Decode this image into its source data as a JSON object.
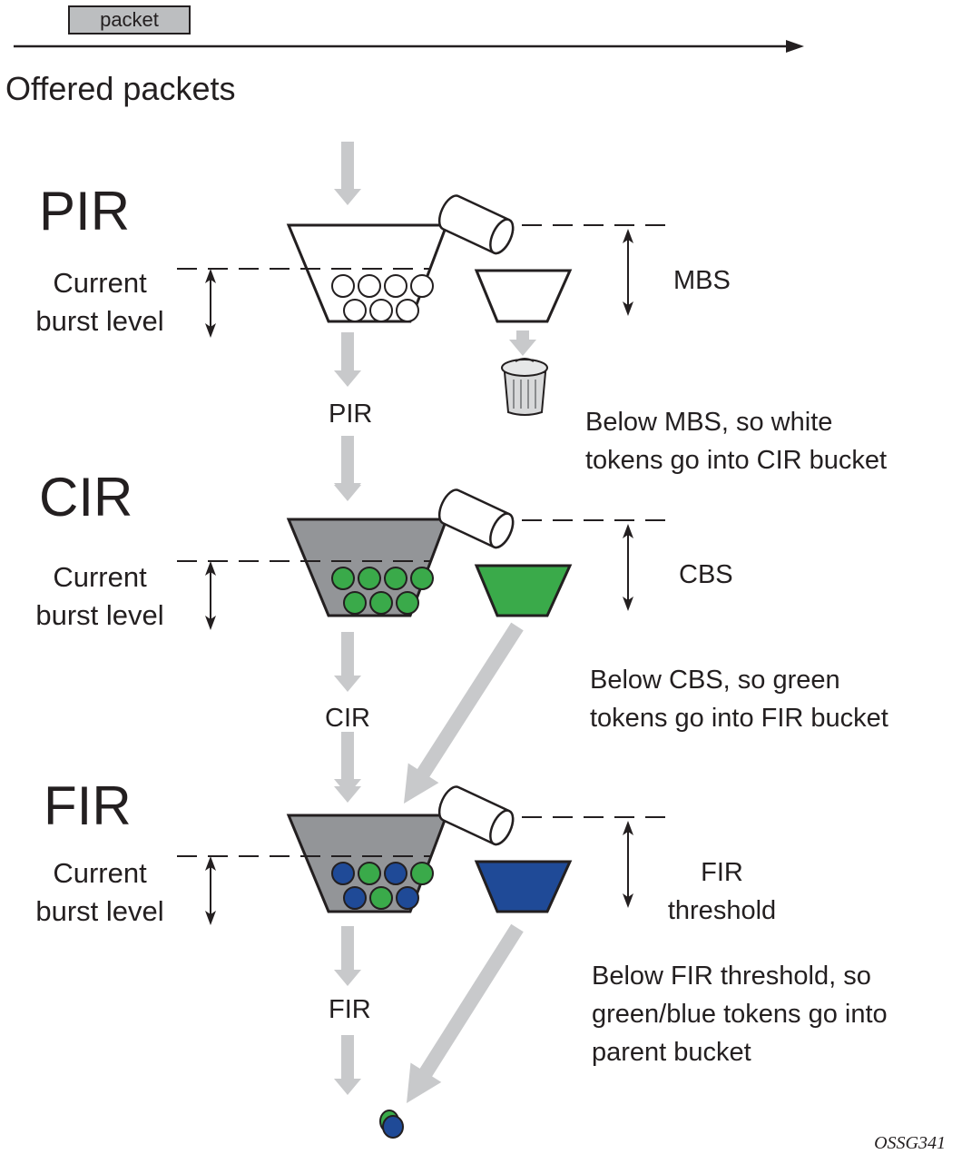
{
  "header": {
    "packet_label": "packet",
    "offered_label": "Offered packets"
  },
  "colors": {
    "arrow_gray": "#c8c9cb",
    "bucket_gray": "#939598",
    "token_green": "#3aaa4a",
    "token_blue": "#1f4a97",
    "outline": "#231f20"
  },
  "stages": [
    {
      "name": "PIR",
      "burst_label_line1": "Current",
      "burst_label_line2": "burst level",
      "threshold_label": "MBS",
      "output_rate_label": "PIR",
      "note_line1": "Below MBS, so white",
      "note_line2": "tokens go into CIR bucket",
      "tokens": [
        "white",
        "white",
        "white",
        "white",
        "white",
        "white",
        "white"
      ]
    },
    {
      "name": "CIR",
      "burst_label_line1": "Current",
      "burst_label_line2": "burst level",
      "threshold_label": "CBS",
      "output_rate_label": "CIR",
      "note_line1": "Below CBS, so green",
      "note_line2": "tokens go into FIR bucket",
      "tokens": [
        "green",
        "green",
        "green",
        "green",
        "green",
        "green",
        "green"
      ]
    },
    {
      "name": "FIR",
      "burst_label_line1": "Current",
      "burst_label_line2": "burst level",
      "threshold_label_line1": "FIR",
      "threshold_label_line2": "threshold",
      "output_rate_label": "FIR",
      "note_line1": "Below FIR threshold, so",
      "note_line2": "green/blue tokens go into",
      "note_line3": "parent bucket",
      "tokens": [
        "blue",
        "green",
        "blue",
        "green",
        "blue",
        "green",
        "blue"
      ]
    }
  ],
  "figure_id": "OSSG341"
}
